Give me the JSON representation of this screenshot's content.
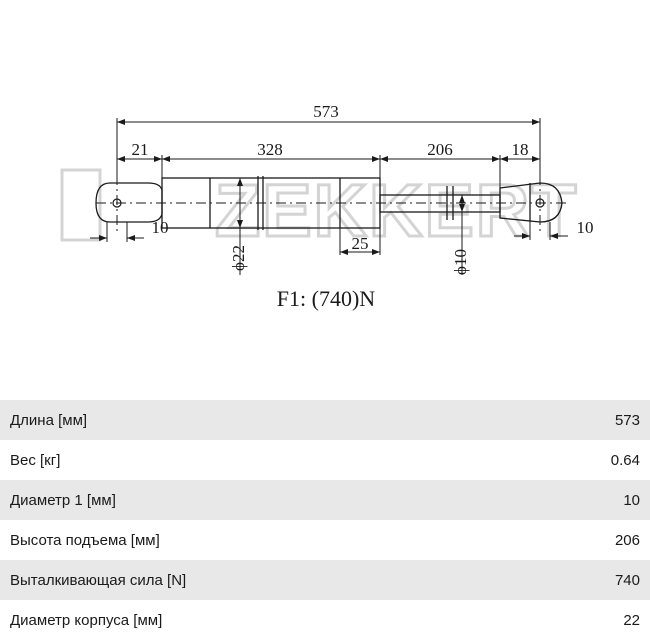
{
  "drawing": {
    "watermark": "ZEKKERT",
    "dims": {
      "overall": "573",
      "left_end": "21",
      "body": "328",
      "stroke": "206",
      "right_end": "18",
      "left_eye": "10",
      "right_eye": "10",
      "ring": "25",
      "body_diameter": "ϕ22",
      "rod_diameter": "ϕ10"
    },
    "force_label": "F1:  (740)N"
  },
  "specs": [
    {
      "label": "Длина [мм]",
      "value": "573"
    },
    {
      "label": "Вес [кг]",
      "value": "0.64"
    },
    {
      "label": "Диаметр 1 [мм]",
      "value": "10"
    },
    {
      "label": "Высота подъема [мм]",
      "value": "206"
    },
    {
      "label": "Выталкивающая сила [N]",
      "value": "740"
    },
    {
      "label": "Диаметр корпуса [мм]",
      "value": "22"
    }
  ]
}
